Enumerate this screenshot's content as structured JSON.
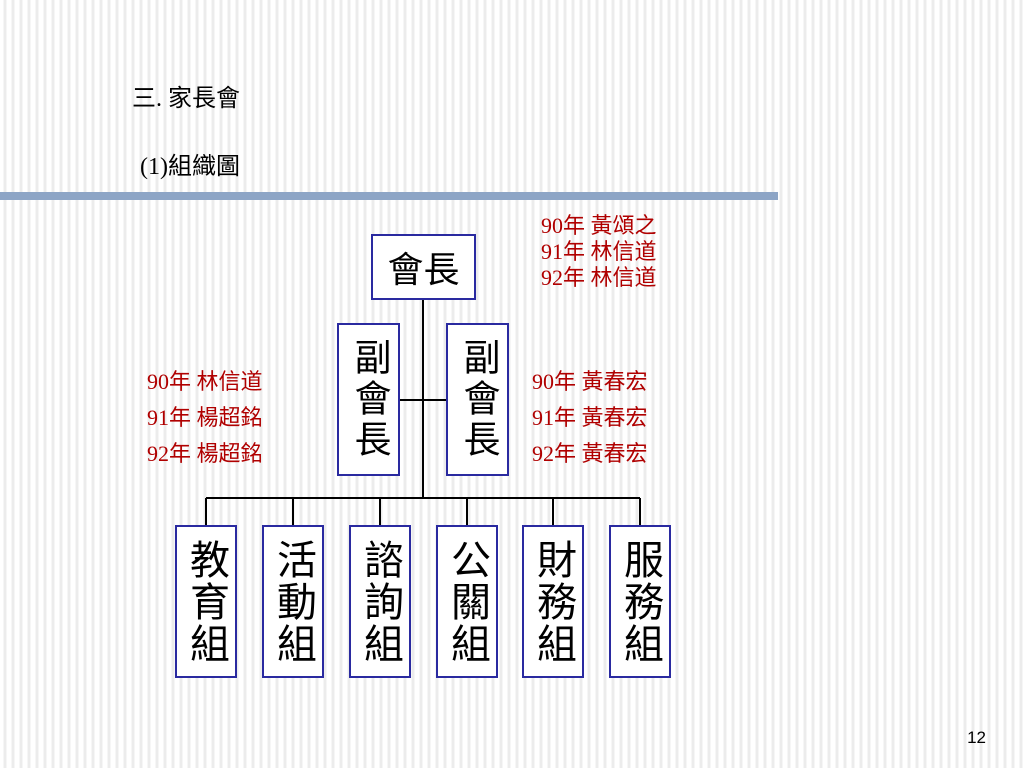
{
  "slide": {
    "heading": "三. 家長會",
    "subheading": "(1)組織圖",
    "page_number": "12"
  },
  "org_chart": {
    "president": {
      "title": "會長",
      "terms": [
        "90年 黃頌之",
        "91年 林信道",
        "92年 林信道"
      ]
    },
    "vice_presidents": [
      {
        "title": "副會長",
        "terms": [
          "90年 林信道",
          "91年 楊超銘",
          "92年 楊超銘"
        ]
      },
      {
        "title": "副會長",
        "terms": [
          "90年 黃春宏",
          "91年 黃春宏",
          "92年 黃春宏"
        ]
      }
    ],
    "groups": [
      "教育組",
      "活動組",
      "諮詢組",
      "公關組",
      "財務組",
      "服務組"
    ]
  },
  "colors": {
    "box_border": "#2a2aa0",
    "note_text": "#b00000",
    "rule": "#8da5c6"
  }
}
